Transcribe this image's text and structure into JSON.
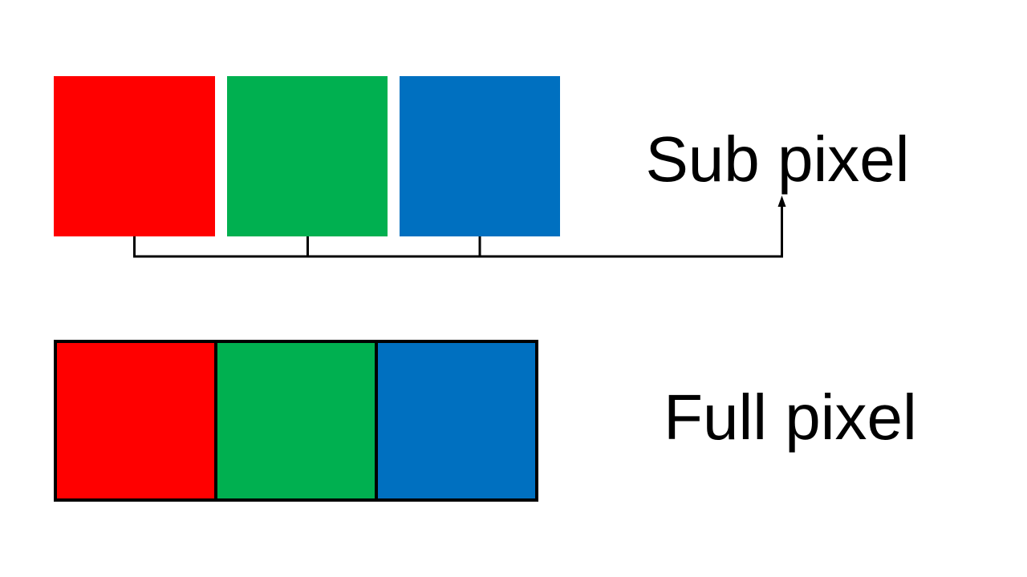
{
  "labels": {
    "sub_pixel": "Sub pixel",
    "full_pixel": "Full pixel"
  },
  "colors": {
    "red": "#ff0000",
    "green": "#00b050",
    "blue": "#0070c0",
    "connector": "#000000",
    "text": "#000000",
    "border": "#000000",
    "background": "#ffffff"
  },
  "subpixel_row": {
    "square_order": [
      "red",
      "green",
      "blue"
    ],
    "square_count": "3"
  },
  "fullpixel_row": {
    "cell_order": [
      "red",
      "green",
      "blue"
    ],
    "cell_count": "3"
  }
}
